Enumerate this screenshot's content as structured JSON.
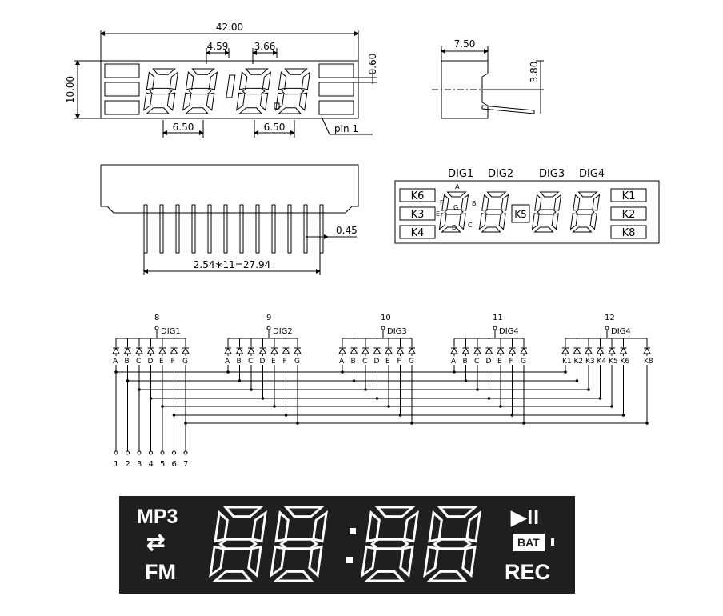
{
  "top_view": {
    "dim_total_width": "42.00",
    "dim_digit_pitch": "4.59",
    "dim_digit_pitch2": "3.66",
    "dim_top_gap": "0.60",
    "dim_height": "10.00",
    "dim_digit_span_left": "6.50",
    "dim_digit_span_right": "6.50",
    "pin1_label": "pin 1"
  },
  "side_view": {
    "dim_depth": "7.50",
    "dim_pin_height": "3.80"
  },
  "front_view": {
    "dim_pin_thickness": "0.45",
    "dim_pin_pitch": "2.54∗11=27.94"
  },
  "layout_diagram": {
    "digit_labels": [
      "DIG1",
      "DIG2",
      "DIG3",
      "DIG4"
    ],
    "left_boxes": [
      "K6",
      "K3",
      "K4"
    ],
    "right_boxes": [
      "K1",
      "K2",
      "K8"
    ],
    "center_label": "K5",
    "segment_letters": [
      "A",
      "B",
      "C",
      "D",
      "E",
      "F",
      "G"
    ]
  },
  "circuit": {
    "groups": [
      {
        "pin": "8",
        "name": "DIG1",
        "anodes": [
          "A",
          "B",
          "C",
          "D",
          "E",
          "F",
          "G"
        ]
      },
      {
        "pin": "9",
        "name": "DIG2",
        "anodes": [
          "A",
          "B",
          "C",
          "D",
          "E",
          "F",
          "G"
        ]
      },
      {
        "pin": "10",
        "name": "DIG3",
        "anodes": [
          "A",
          "B",
          "C",
          "D",
          "E",
          "F",
          "G"
        ]
      },
      {
        "pin": "11",
        "name": "DIG4",
        "anodes": [
          "A",
          "B",
          "C",
          "D",
          "E",
          "F",
          "G"
        ]
      },
      {
        "pin": "12",
        "name": "DIG4",
        "anodes": [
          "K1",
          "K2",
          "K3",
          "K4",
          "K5",
          "K6",
          "K8"
        ]
      }
    ],
    "bottom_pins": [
      "1",
      "2",
      "3",
      "4",
      "5",
      "6",
      "7"
    ]
  },
  "lcd_panel": {
    "mp3": "MP3",
    "repeat_glyph": "⇄",
    "fm": "FM",
    "play_pause": "▶II",
    "bat": "BAT",
    "rec": "REC",
    "background": "#1f1f1f",
    "segment_color": "#ffffff"
  }
}
